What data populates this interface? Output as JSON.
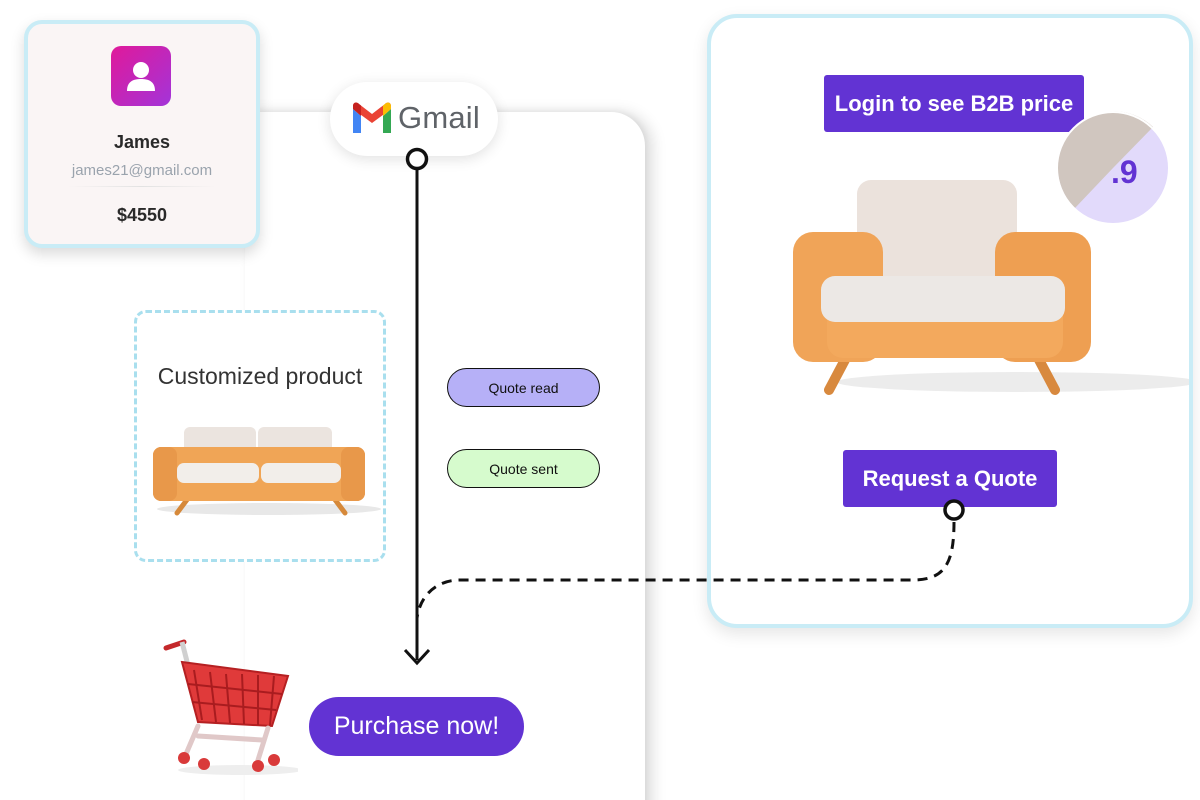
{
  "user": {
    "name": "James",
    "email": "james21@gmail.com",
    "balance": "$4550",
    "avatar_icon": "user-icon"
  },
  "gmail": {
    "label": "Gmail",
    "logo_icon": "gmail-logo-icon"
  },
  "custom_product": {
    "title": "Customized product",
    "image_icon": "sofa-image"
  },
  "statuses": {
    "quote_read": "Quote read",
    "quote_sent": "Quote sent"
  },
  "product": {
    "login_button": "Login to see B2B price",
    "price_partial": ".9",
    "quote_button": "Request a Quote",
    "image_icon": "armchair-image"
  },
  "purchase": {
    "button": "Purchase now!",
    "cart_icon": "shopping-cart-icon"
  },
  "colors": {
    "accent": "#6233d3",
    "card_border": "#c9ecf6",
    "quote_read_bg": "#b6b0f7",
    "quote_sent_bg": "#d6fbcd"
  }
}
